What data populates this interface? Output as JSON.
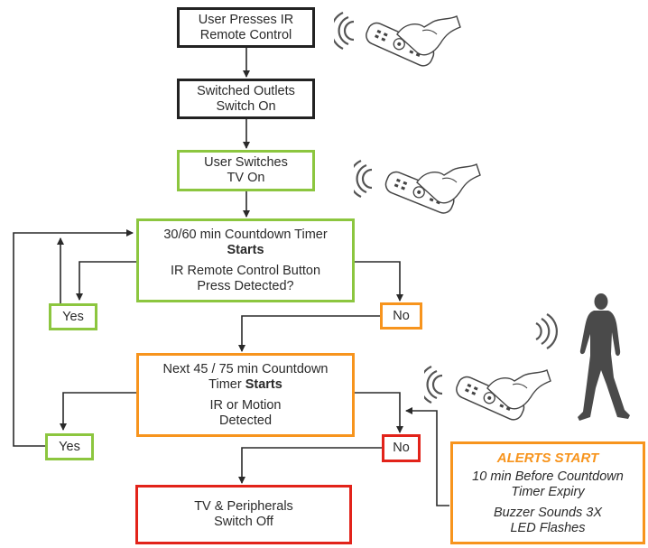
{
  "nodes": {
    "ir_press": {
      "line1": "User Presses IR",
      "line2": "Remote Control"
    },
    "outlets_on": {
      "line1": "Switched Outlets",
      "line2": "Switch On"
    },
    "tv_on": {
      "line1": "User Switches",
      "line2": "TV On"
    },
    "timer1": {
      "line1": "30/60 min Countdown Timer",
      "line2": "Starts",
      "line3": "IR Remote Control Button",
      "line4": "Press Detected?"
    },
    "timer2": {
      "line1": "Next 45 / 75 min Countdown",
      "line2a": "Timer ",
      "line2b": "Starts",
      "line3": "IR or Motion",
      "line4": "Detected"
    },
    "yes1": "Yes",
    "no1": "No",
    "yes2": "Yes",
    "no2": "No",
    "switch_off": {
      "line1": "TV & Peripherals",
      "line2": "Switch Off"
    },
    "alerts": {
      "title": "ALERTS START",
      "line1": "10 min Before Countdown",
      "line2": "Timer Expiry",
      "line3": "Buzzer Sounds 3X",
      "line4": "LED Flashes"
    }
  },
  "colors": {
    "black": "#222222",
    "green": "#8cc63f",
    "orange": "#f7941d",
    "red": "#e2231a"
  },
  "icons": [
    "ir-remote-hand-icon",
    "ir-remote-hand-icon",
    "ir-remote-hand-icon",
    "walking-person-icon",
    "motion-signal-icon"
  ]
}
